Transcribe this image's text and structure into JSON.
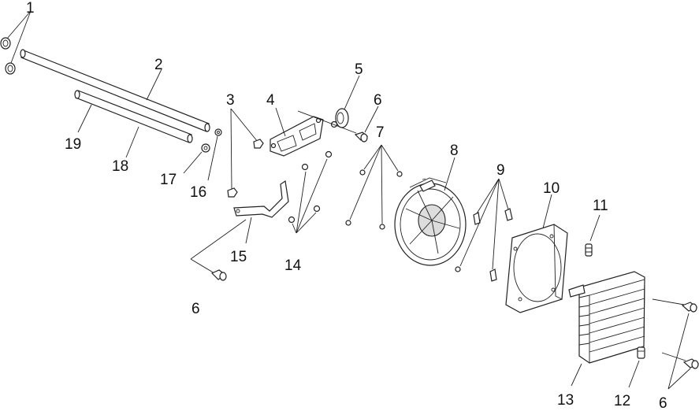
{
  "callouts": {
    "c1": "1",
    "c2": "2",
    "c3": "3",
    "c4": "4",
    "c5": "5",
    "c6a": "6",
    "c6b": "6",
    "c6c": "6",
    "c7": "7",
    "c8": "8",
    "c9": "9",
    "c10": "10",
    "c11": "11",
    "c12": "12",
    "c13": "13",
    "c14": "14",
    "c15": "15",
    "c16": "16",
    "c17": "17",
    "c18": "18",
    "c19": "19"
  }
}
